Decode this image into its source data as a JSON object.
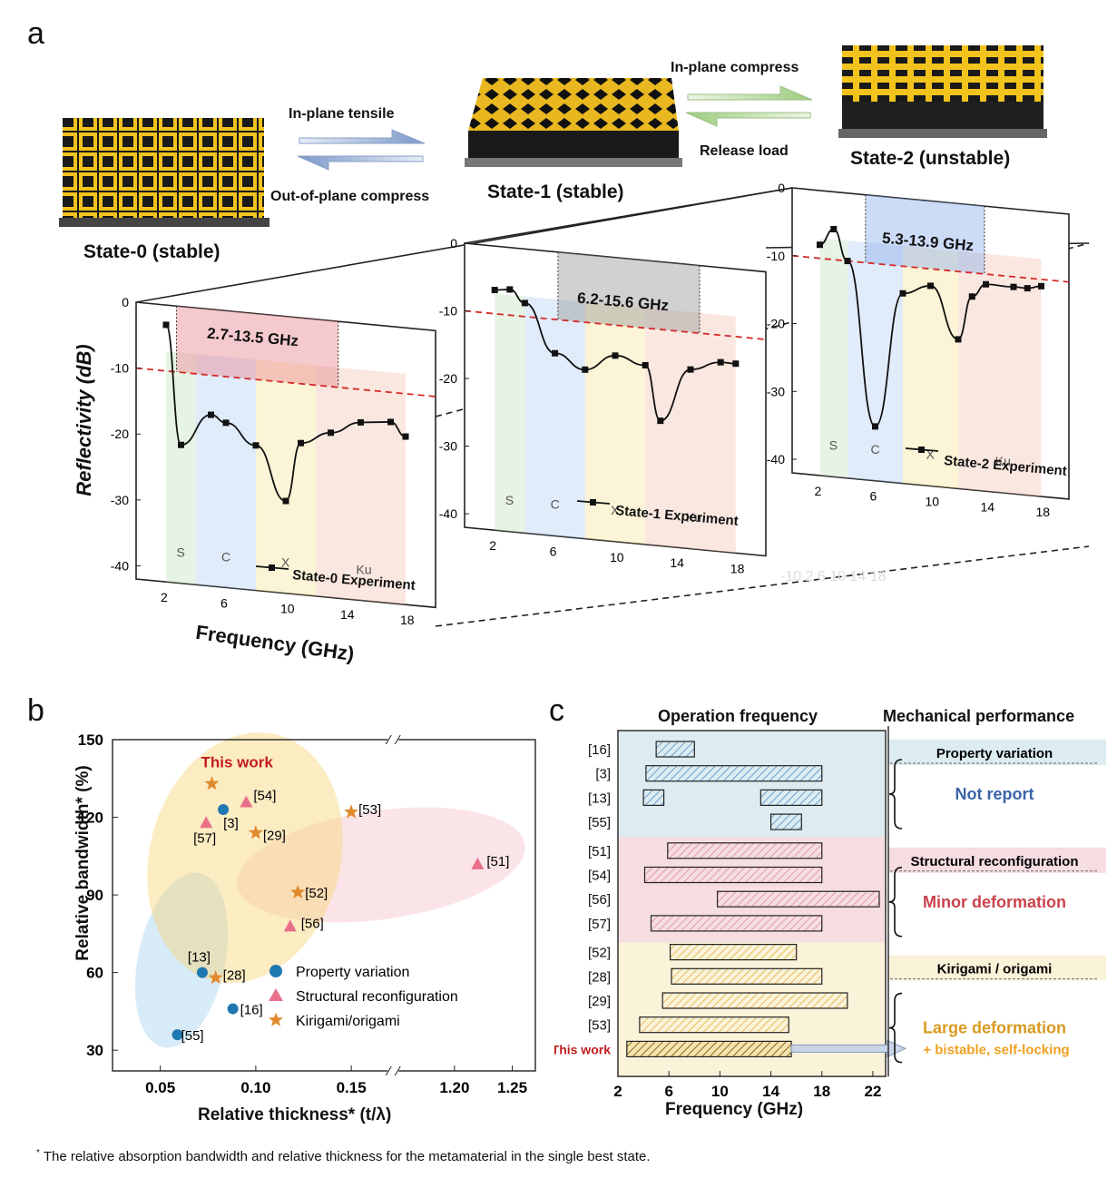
{
  "panel_a": {
    "letter": "a",
    "states": [
      {
        "name": "State-0 (stable)"
      },
      {
        "name": "State-1 (stable)"
      },
      {
        "name": "State-2 (unstable)"
      }
    ],
    "transitions": {
      "s0_to_s1": "In-plane tensile",
      "s1_to_s0": "Out-of-plane compress",
      "s1_to_s2": "In-plane compress",
      "s2_to_s1": "Release load"
    },
    "ylabel": "Reflectivity (dB)",
    "xlabel": "Frequency (GHz)",
    "band_labels": [
      "S",
      "C",
      "X",
      "Ku"
    ],
    "x_ticks": [
      "2",
      "6",
      "10",
      "14",
      "18"
    ],
    "y_ticks": [
      "0",
      "-10",
      "-20",
      "-30",
      "-40"
    ],
    "charts": [
      {
        "legend": "State-0 Experiment",
        "range": "2.7-13.5 GHz"
      },
      {
        "legend": "State-1 Experiment",
        "range": "6.2-15.6 GHz"
      },
      {
        "legend": "State-2 Experiment",
        "range": "5.3-13.9 GHz"
      }
    ]
  },
  "panel_b": {
    "letter": "b",
    "ylabel": "Relative bandwidth* (%)",
    "xlabel": "Relative thickness* (t/λ)",
    "highlight": "This work",
    "legend": [
      "Property variation",
      "Structural reconfiguration",
      "Kirigami/origami"
    ],
    "x_ticks": [
      "0.05",
      "0.10",
      "0.15",
      "1.20",
      "1.25"
    ],
    "y_ticks": [
      "30",
      "60",
      "90",
      "120",
      "150"
    ],
    "point_labels": [
      "[16]",
      "[3]",
      "[13]",
      "[55]",
      "[54]",
      "[57]",
      "[56]",
      "[51]",
      "[29]",
      "[53]",
      "[52]",
      "[28]"
    ]
  },
  "panel_c": {
    "letter": "c",
    "col1_header": "Operation frequency",
    "col2_header": "Mechanical performance",
    "xlabel": "Frequency (GHz)",
    "x_ticks": [
      "2",
      "6",
      "10",
      "14",
      "18",
      "22"
    ],
    "rows": [
      "[16]",
      "[3]",
      "[13]",
      "[55]",
      "[51]",
      "[54]",
      "[56]",
      "[57]",
      "[52]",
      "[28]",
      "[29]",
      "[53]",
      "This work"
    ],
    "categories": [
      {
        "tag": "Property variation",
        "perf": "Not report"
      },
      {
        "tag": "Structural reconfiguration",
        "perf": "Minor deformation"
      },
      {
        "tag": "Kirigami / origami",
        "perf": "Large deformation"
      }
    ],
    "extra": "+ bistable, self-locking"
  },
  "footnote": "The relative absorption bandwidth and relative thickness for the metamaterial in the single best state.",
  "footnote_mark": "*",
  "chart_data": [
    {
      "type": "line",
      "title": "",
      "xlabel": "Frequency (GHz)",
      "ylabel": "Reflectivity (dB)",
      "xlim": [
        0,
        20
      ],
      "ylim": [
        -42,
        0
      ],
      "threshold": -10,
      "series": [
        {
          "name": "State-0 Experiment",
          "x": [
            2,
            3,
            5,
            6,
            8,
            10,
            11,
            13,
            15,
            17,
            18
          ],
          "y": [
            -3,
            -21,
            -16,
            -17,
            -20,
            -28,
            -19,
            -17,
            -15,
            -14.5,
            -16.5
          ]
        },
        {
          "name": "State-1 Experiment",
          "x": [
            2,
            3,
            4,
            6,
            8,
            10,
            12,
            13,
            15,
            17,
            18
          ],
          "y": [
            -6.5,
            -6.2,
            -8,
            -15,
            -17,
            -14.5,
            -15.5,
            -23.5,
            -15.5,
            -14,
            -14
          ]
        },
        {
          "name": "State-2 Experiment",
          "x": [
            2,
            3,
            4,
            6,
            8,
            10,
            12,
            13,
            14,
            16,
            17,
            18
          ],
          "y": [
            -8,
            -5.5,
            -10,
            -34,
            -14,
            -12.5,
            -20,
            -13.5,
            -11.5,
            -11.5,
            -11.5,
            -11
          ]
        }
      ]
    },
    {
      "type": "scatter",
      "title": "",
      "xlabel": "Relative thickness* (t/λ)",
      "ylabel": "Relative bandwidth* (%)",
      "ylim": [
        25,
        150
      ],
      "series": [
        {
          "name": "Property variation",
          "points": [
            {
              "label": "[3]",
              "x": 0.083,
              "y": 123
            },
            {
              "label": "[13]",
              "x": 0.072,
              "y": 60
            },
            {
              "label": "[16]",
              "x": 0.088,
              "y": 46
            },
            {
              "label": "[55]",
              "x": 0.059,
              "y": 36
            }
          ]
        },
        {
          "name": "Structural reconfiguration",
          "points": [
            {
              "label": "[54]",
              "x": 0.095,
              "y": 126
            },
            {
              "label": "[57]",
              "x": 0.074,
              "y": 118
            },
            {
              "label": "[56]",
              "x": 0.118,
              "y": 78
            },
            {
              "label": "[51]",
              "x": 1.22,
              "y": 102
            }
          ]
        },
        {
          "name": "Kirigami/origami",
          "points": [
            {
              "label": "This work",
              "x": 0.077,
              "y": 133
            },
            {
              "label": "[29]",
              "x": 0.1,
              "y": 114
            },
            {
              "label": "[53]",
              "x": 0.15,
              "y": 122
            },
            {
              "label": "[52]",
              "x": 0.122,
              "y": 91
            },
            {
              "label": "[28]",
              "x": 0.079,
              "y": 58
            }
          ]
        }
      ]
    },
    {
      "type": "bar",
      "orientation": "horizontal",
      "xlabel": "Frequency (GHz)",
      "xlim": [
        2,
        23
      ],
      "ranges": [
        {
          "label": "[16]",
          "segments": [
            [
              5,
              8
            ]
          ]
        },
        {
          "label": "[3]",
          "segments": [
            [
              4.2,
              18
            ]
          ]
        },
        {
          "label": "[13]",
          "segments": [
            [
              4,
              5.6
            ],
            [
              13.2,
              18
            ]
          ]
        },
        {
          "label": "[55]",
          "segments": [
            [
              14,
              16.4
            ]
          ]
        },
        {
          "label": "[51]",
          "segments": [
            [
              5.9,
              18
            ]
          ]
        },
        {
          "label": "[54]",
          "segments": [
            [
              4.1,
              18
            ]
          ]
        },
        {
          "label": "[56]",
          "segments": [
            [
              9.8,
              22.5
            ]
          ]
        },
        {
          "label": "[57]",
          "segments": [
            [
              4.6,
              18
            ]
          ]
        },
        {
          "label": "[52]",
          "segments": [
            [
              6.1,
              16
            ]
          ]
        },
        {
          "label": "[28]",
          "segments": [
            [
              6.2,
              18
            ]
          ]
        },
        {
          "label": "[29]",
          "segments": [
            [
              5.5,
              20
            ]
          ]
        },
        {
          "label": "[53]",
          "segments": [
            [
              3.7,
              15.4
            ]
          ]
        },
        {
          "label": "This work",
          "segments": [
            [
              2.7,
              15.6
            ]
          ]
        }
      ]
    }
  ]
}
